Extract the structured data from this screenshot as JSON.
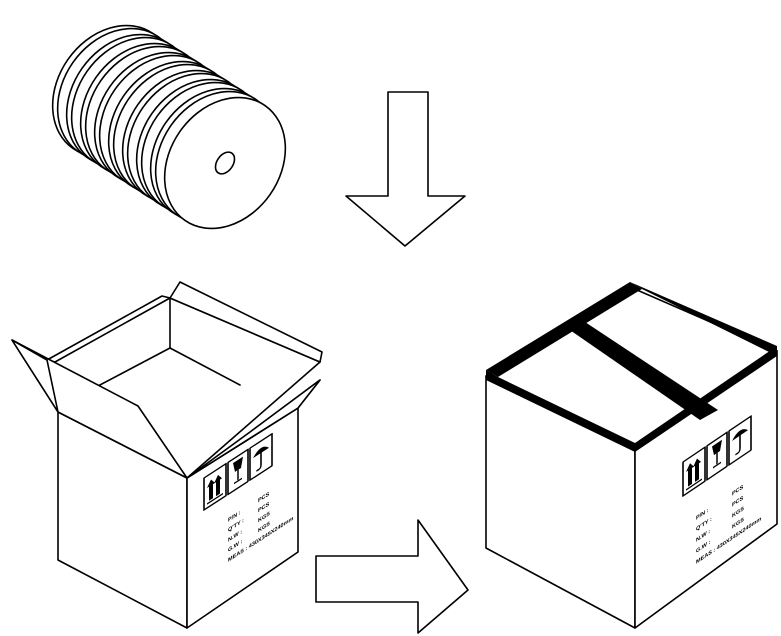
{
  "diagram": {
    "steps": [
      {
        "id": "reel-stack",
        "icon": "tape-reel-stack-icon"
      },
      {
        "id": "open-carton",
        "icon": "open-carton-box-icon"
      },
      {
        "id": "sealed-carton",
        "icon": "sealed-carton-box-icon"
      }
    ],
    "arrows": [
      {
        "direction": "down",
        "icon": "arrow-down-icon"
      },
      {
        "direction": "right",
        "icon": "arrow-right-icon"
      }
    ],
    "handling_symbols": [
      "this-way-up-icon",
      "fragile-glass-icon",
      "keep-dry-umbrella-icon"
    ],
    "colors": {
      "stroke": "#000000",
      "tape": "#000000",
      "background": "#ffffff"
    },
    "open_box_label": {
      "rows": [
        {
          "key": "P/N :",
          "value": "PCS"
        },
        {
          "key": "Q'TY :",
          "value": "PCS"
        },
        {
          "key": "N.W :",
          "value": "KGS"
        },
        {
          "key": "G.W :",
          "value": "KGS"
        }
      ],
      "size": "MEAS : 430X345X240mm"
    },
    "sealed_box_label": {
      "rows": [
        {
          "key": "P/N :",
          "value": "PCS"
        },
        {
          "key": "Q'TY :",
          "value": "PCS"
        },
        {
          "key": "N.W :",
          "value": "KGS"
        },
        {
          "key": "G.W :",
          "value": "KGS"
        }
      ],
      "size": "MEAS : 430X345X240mm"
    }
  }
}
